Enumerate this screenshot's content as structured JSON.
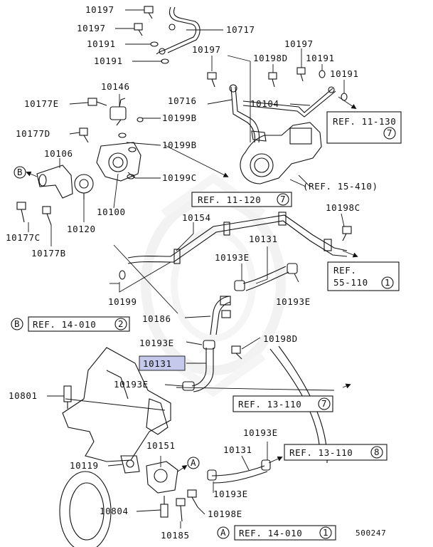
{
  "labels": {
    "l10197a": "10197",
    "l10717": "10717",
    "l10197b": "10197",
    "l10191a": "10191",
    "l10191b": "10191",
    "l10197c": "10197",
    "l10197d": "10197",
    "l10198d_top": "10198D",
    "l10191c": "10191",
    "l10191d": "10191",
    "l10146": "10146",
    "l10716": "10716",
    "l10104": "10104",
    "l10177e": "10177E",
    "l10199b_a": "10199B",
    "l10177d": "10177D",
    "l10199b_b": "10199B",
    "l10106": "10106",
    "l10199c": "10199C",
    "l10100": "10100",
    "l10120": "10120",
    "l10177c": "10177C",
    "l10177b": "10177B",
    "l10154": "10154",
    "l10198c": "10198C",
    "l10131a": "10131",
    "l10193e_a": "10193E",
    "l10199": "10199",
    "l10193e_b": "10193E",
    "l10186": "10186",
    "l10193e_c": "10193E",
    "l10198d_mid": "10198D",
    "l10131_hl": "10131",
    "l10193e_d": "10193E",
    "l10801": "10801",
    "l10193e_e": "10193E",
    "l10151": "10151",
    "l10131b": "10131",
    "l10119": "10119",
    "l10193e_f": "10193E",
    "l10804": "10804",
    "l10198e": "10198E",
    "l10185": "10185",
    "code": "500247"
  },
  "refs": {
    "r11_130": "REF. 11-130",
    "r11_130_n": "7",
    "r15_410": "(REF. 15-410)",
    "r11_120": "REF. 11-120",
    "r11_120_n": "7",
    "r55_110_a": "REF.",
    "r55_110_b": "55-110",
    "r55_110_n": "1",
    "r14_010_2": "REF. 14-010",
    "r14_010_2_n": "2",
    "r13_110_7": "REF. 13-110",
    "r13_110_7_n": "7",
    "r13_110_8": "REF. 13-110",
    "r13_110_8_n": "8",
    "r14_010_1": "REF. 14-010",
    "r14_010_1_n": "1",
    "callout_a": "A",
    "callout_b": "B",
    "callout_a2": "A",
    "callout_b2": "B"
  },
  "colors": {
    "highlight": "#c5c9ec",
    "line": "#111111",
    "watermark": "#ececec"
  }
}
